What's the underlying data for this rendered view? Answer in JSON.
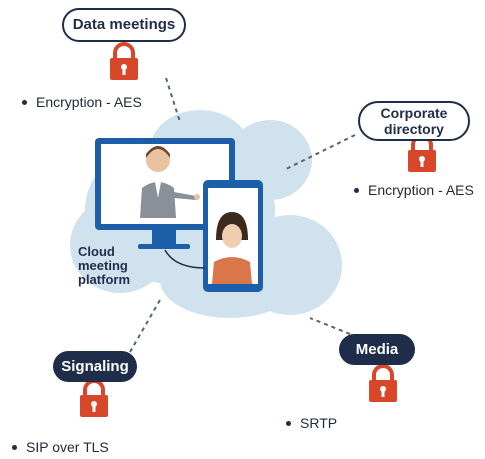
{
  "nodes": {
    "data_meetings": {
      "label": "Data meetings",
      "protection": "Encryption - AES"
    },
    "corporate_directory": {
      "label": "Corporate directory",
      "protection": "Encryption - AES"
    },
    "signaling": {
      "label": "Signaling",
      "protection": "SIP over TLS"
    },
    "media": {
      "label": "Media",
      "protection": "SRTP"
    }
  },
  "platform": {
    "line1": "Cloud",
    "line2": "meeting",
    "line3": "platform"
  },
  "icons": {
    "lock": "padlock-icon",
    "cloud": "cloud-shape",
    "monitor": "desktop-monitor-icon",
    "tablet": "tablet-icon"
  },
  "colors": {
    "navy": "#1f2d4a",
    "lock_red": "#d9472b",
    "cloud": "#cfe2ee",
    "screen_blue": "#1d5ea8",
    "connector": "#5a6370"
  }
}
